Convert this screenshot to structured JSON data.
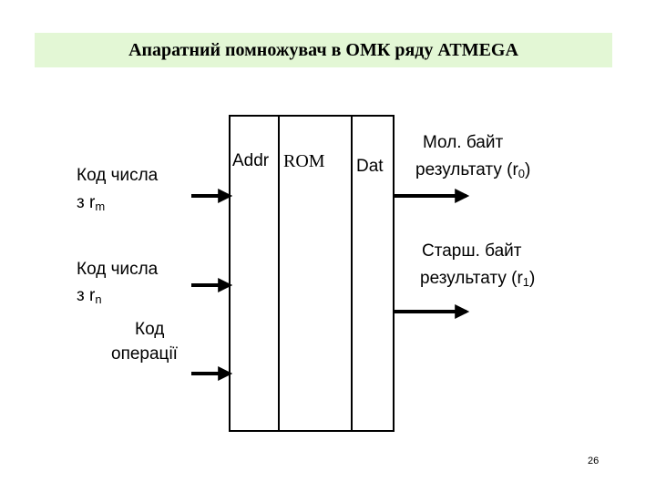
{
  "title": "Апаратний помножувач в ОМК ряду ATMEGA",
  "rom_block": {
    "addr_label": "Addr",
    "rom_label": "ROM",
    "dat_label": "Dat"
  },
  "inputs": [
    {
      "line1": "Код числа",
      "line2_prefix": "з ",
      "reg": "r",
      "sub": "m"
    },
    {
      "line1": "Код числа",
      "line2_prefix": "з ",
      "reg": "r",
      "sub": "n"
    },
    {
      "line1": "Код",
      "line2": "операції"
    }
  ],
  "outputs": [
    {
      "line1": "Мол. байт",
      "line2_prefix": "результату (",
      "reg": "r",
      "sub": "0",
      "suffix": ")"
    },
    {
      "line1": "Старш. байт",
      "line2_prefix": "результату (",
      "reg": "r",
      "sub": "1",
      "suffix": ")"
    }
  ],
  "page_number": "26",
  "colors": {
    "title_bg": "#e3f7d5",
    "line": "#000000"
  }
}
